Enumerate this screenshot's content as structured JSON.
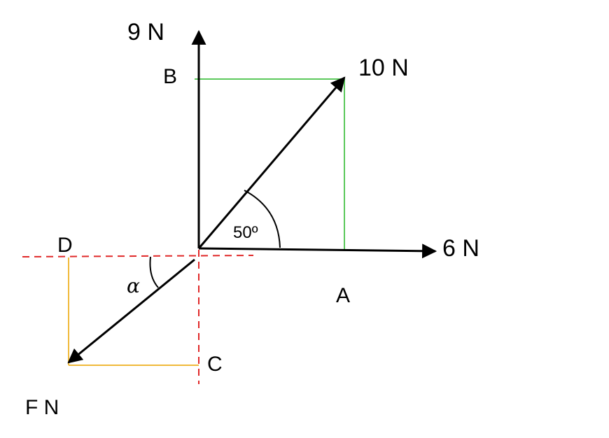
{
  "labels": {
    "force_y": "9 N",
    "force_resultant": "10 N",
    "force_x": "6 N",
    "force_f": "F N",
    "point_a": "A",
    "point_b": "B",
    "point_c": "C",
    "point_d": "D",
    "angle_value": "50º",
    "angle_alpha": "α"
  },
  "colors": {
    "vector": "#000000",
    "projection": "#5cc95c",
    "dashed_axis": "#e02828",
    "component": "#f0b93a",
    "angle_text": "#d63a3a"
  }
}
